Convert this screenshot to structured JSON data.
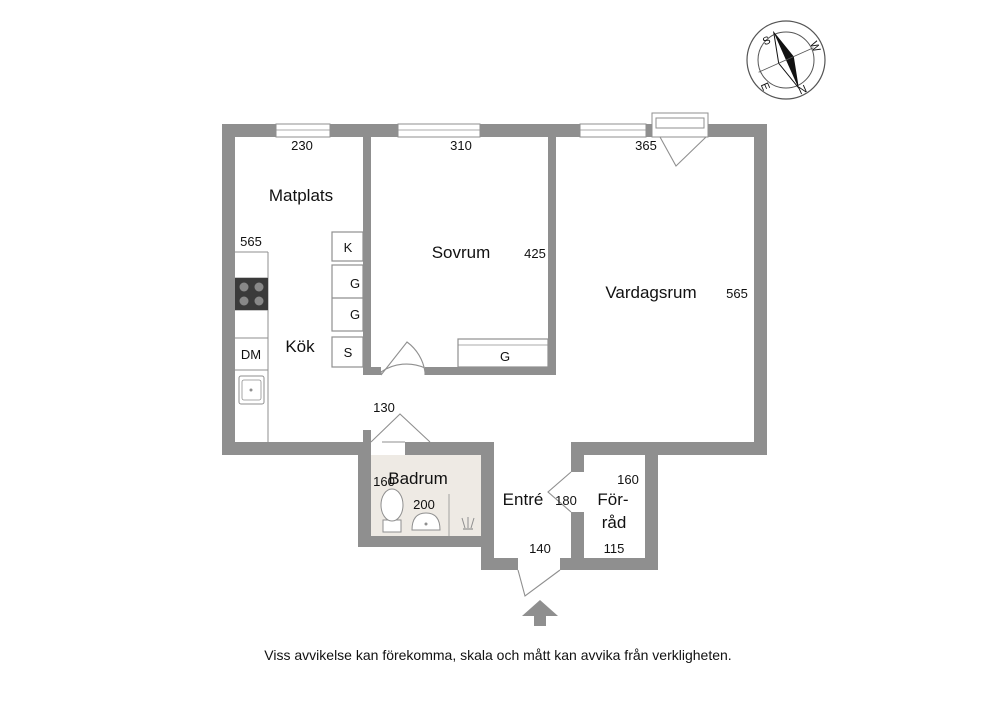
{
  "rooms": {
    "matplats": "Matplats",
    "sovrum": "Sovrum",
    "vardagsrum": "Vardagsrum",
    "kok": "Kök",
    "badrum": "Badrum",
    "entre": "Entré",
    "forrad_line1": "För-",
    "forrad_line2": "råd"
  },
  "dimensions": {
    "matplats_width": "230",
    "sovrum_width": "310",
    "vardagsrum_width": "365",
    "kok_depth": "565",
    "sovrum_depth": "425",
    "vardagsrum_depth": "565",
    "hall_width": "130",
    "badrum_width": "160",
    "badrum_depth": "200",
    "entre_depth": "180",
    "entre_width": "140",
    "forrad_depth": "160",
    "forrad_width": "115"
  },
  "fixtures": {
    "kyl": "K",
    "garderob_1": "G",
    "garderob_2": "G",
    "garderob_3": "G",
    "skap": "S",
    "diskmaskin": "DM"
  },
  "compass": {
    "north": "N",
    "south": "S",
    "east": "E",
    "west": "W"
  },
  "colors": {
    "wall": "#8f8f8f",
    "bathroom_floor": "#eeeae4",
    "text": "#111111"
  },
  "footer": {
    "disclaimer": "Viss avvikelse kan förekomma, skala och mått kan avvika från verkligheten."
  }
}
